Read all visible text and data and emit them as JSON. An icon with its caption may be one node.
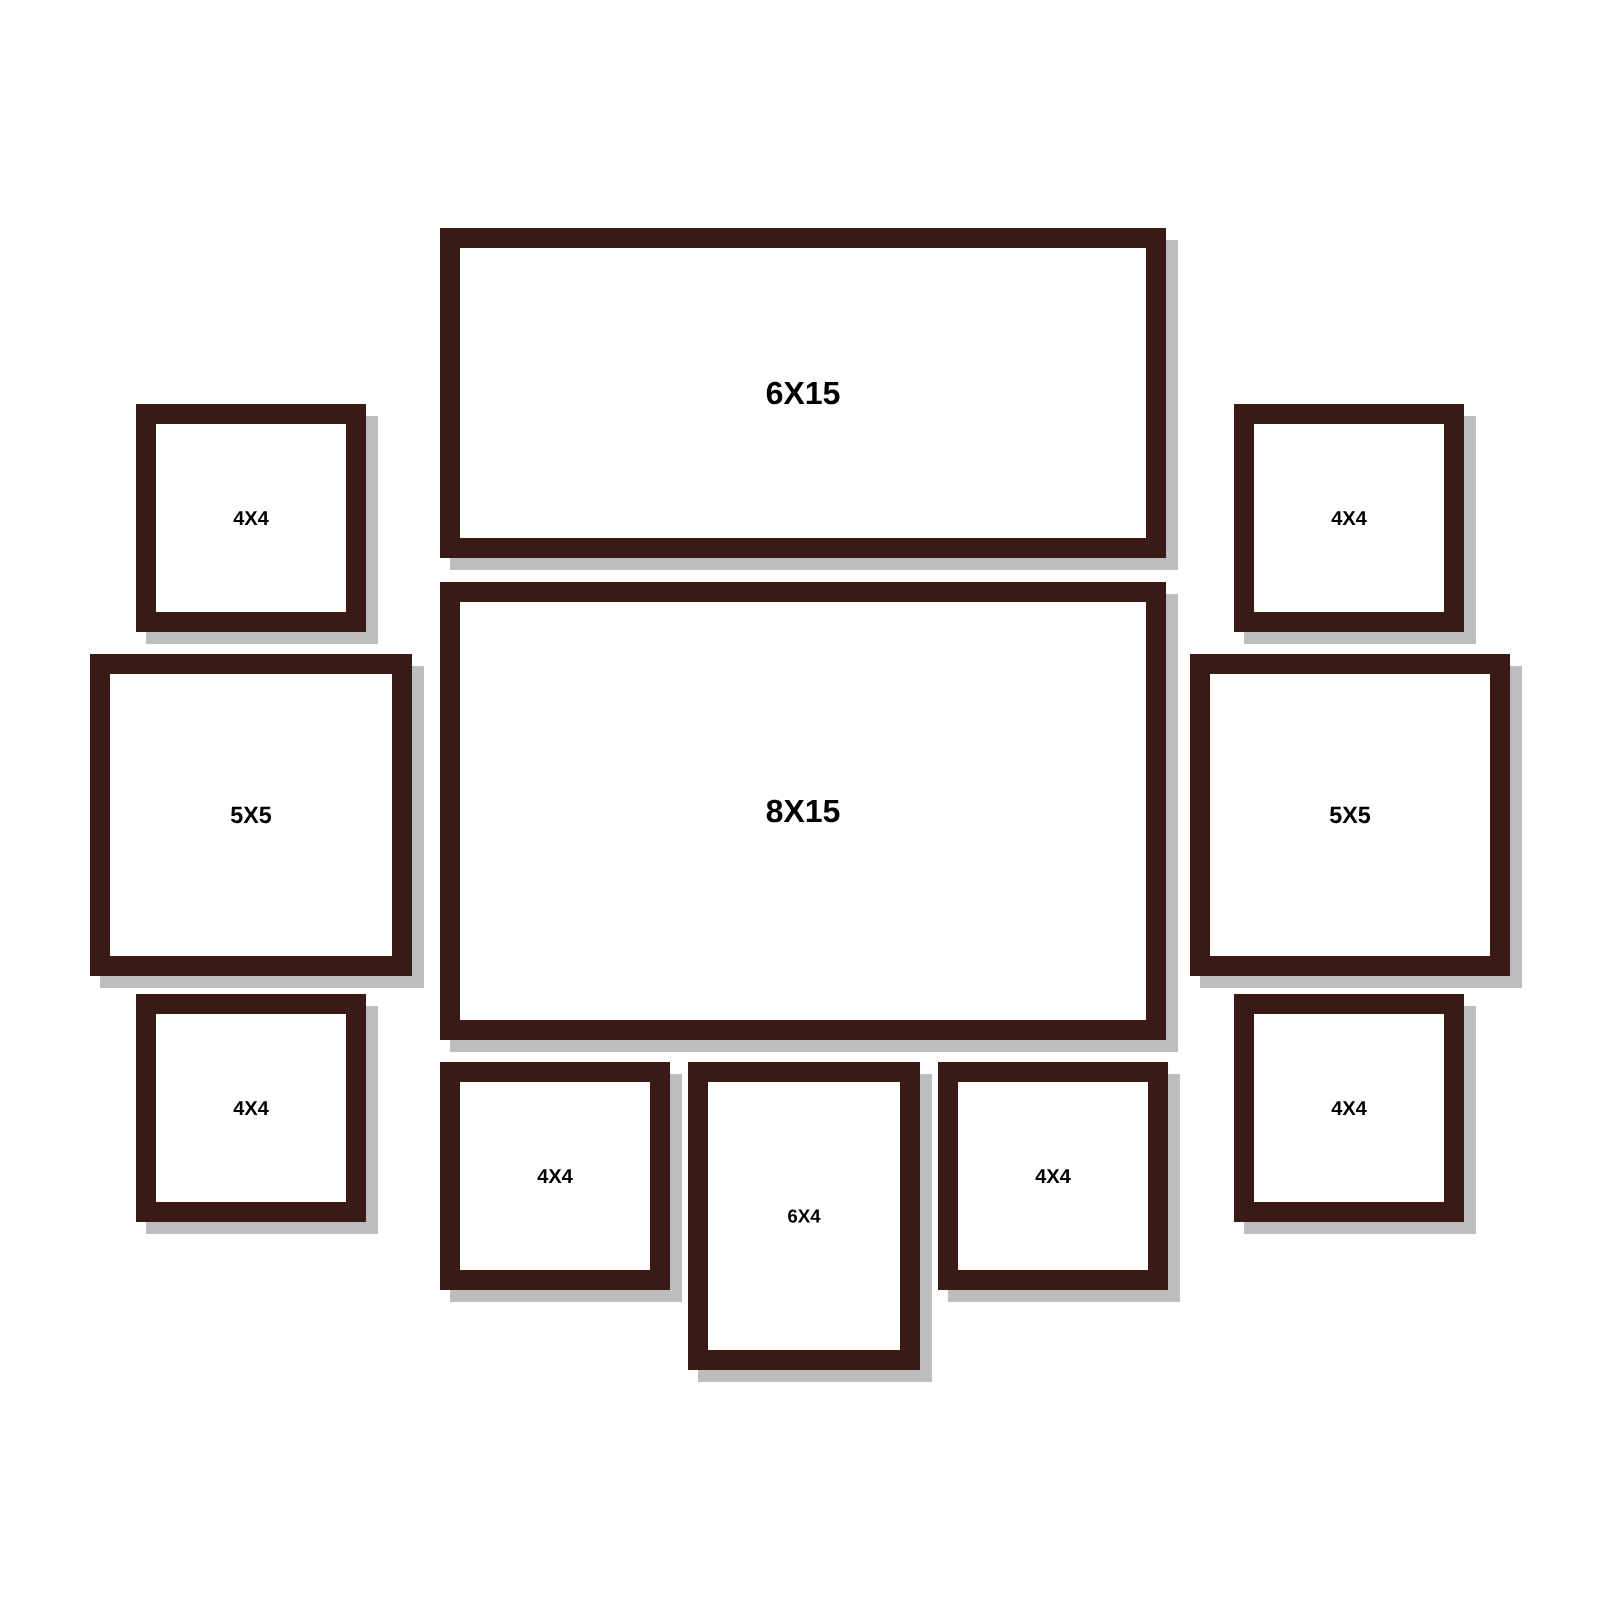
{
  "diagram": {
    "nodes": [
      {
        "text": [
          "6X15"
        ]
      },
      {
        "text": [
          "4X4"
        ]
      },
      {
        "text": [
          "4X4"
        ]
      },
      {
        "text": [
          "8X15"
        ]
      },
      {
        "text": [
          "5X5"
        ]
      },
      {
        "text": [
          "5X5"
        ]
      },
      {
        "text": [
          "4X4"
        ]
      },
      {
        "text": [
          "4X4"
        ]
      },
      {
        "text": [
          "4X4"
        ]
      },
      {
        "text": [
          "6X4"
        ]
      },
      {
        "text": [
          "4X4"
        ]
      }
    ]
  }
}
